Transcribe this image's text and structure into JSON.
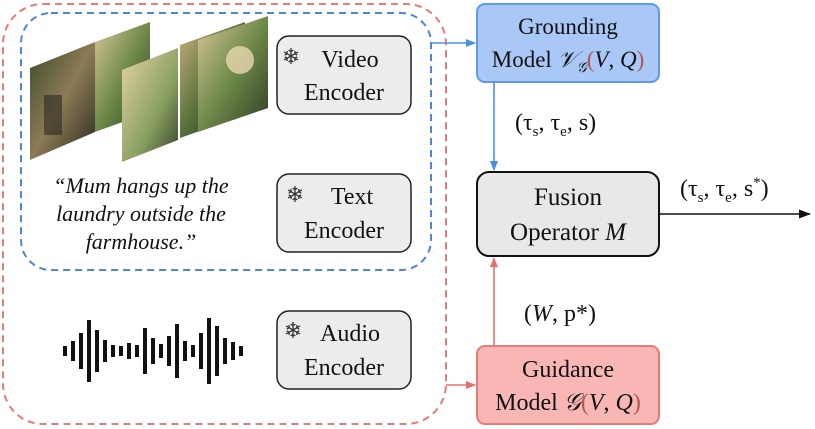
{
  "diagram": {
    "encoders": {
      "video": {
        "line1": "Video",
        "line2": "Encoder"
      },
      "text": {
        "line1": "Text",
        "line2": "Encoder"
      },
      "audio": {
        "line1": "Audio",
        "line2": "Encoder"
      }
    },
    "query_text": {
      "line1": "“Mum hangs up the",
      "line2": "laundry outside the",
      "line3": "farmhouse.”"
    },
    "grounding_model": {
      "line1": "Grounding",
      "line2_prefix": "Model ",
      "symbol": "𝒱",
      "symbol_sub": "𝒢",
      "open_paren": "(",
      "arg_v": "V",
      "comma": ", ",
      "arg_q": "Q",
      "close_paren": ")"
    },
    "fusion_operator": {
      "line1": "Fusion",
      "line2_prefix": "Operator ",
      "symbol": "M"
    },
    "guidance_model": {
      "line1": "Guidance",
      "line2_prefix": "Model ",
      "symbol": "𝒢",
      "open_paren": "(",
      "arg_v": "V",
      "comma": ", ",
      "arg_q": "Q",
      "close_paren": ")"
    },
    "labels": {
      "grounding_out": {
        "open": "(τ",
        "s1": "s",
        "sep1": ", τ",
        "s2": "e",
        "rest": ", s)"
      },
      "fusion_out": {
        "open": "(τ",
        "s1": "s",
        "sep1": ", τ",
        "s2": "e",
        "sep2": ", s",
        "sup": "*",
        "close": ")"
      },
      "guidance_out": {
        "open": "(",
        "w": "W",
        "rest": ", p*)"
      }
    },
    "colors": {
      "grounding_fill": "#a9c8f7",
      "grounding_stroke": "#5b9bea",
      "guidance_fill": "#f8b6b5",
      "guidance_stroke": "#e87a78",
      "fusion_fill": "#e8e8e8",
      "encoder_fill": "#ececec",
      "blue_dash": "#4a86d4",
      "red_dash": "#e57b77",
      "blue_arrow": "#4a90e2",
      "red_arrow": "#e4716f",
      "paren_color": "#b05a4a"
    },
    "icons": {
      "frozen": "snowflake-icon",
      "audio": "audio-waveform-icon",
      "video": "video-frames-icon"
    }
  }
}
